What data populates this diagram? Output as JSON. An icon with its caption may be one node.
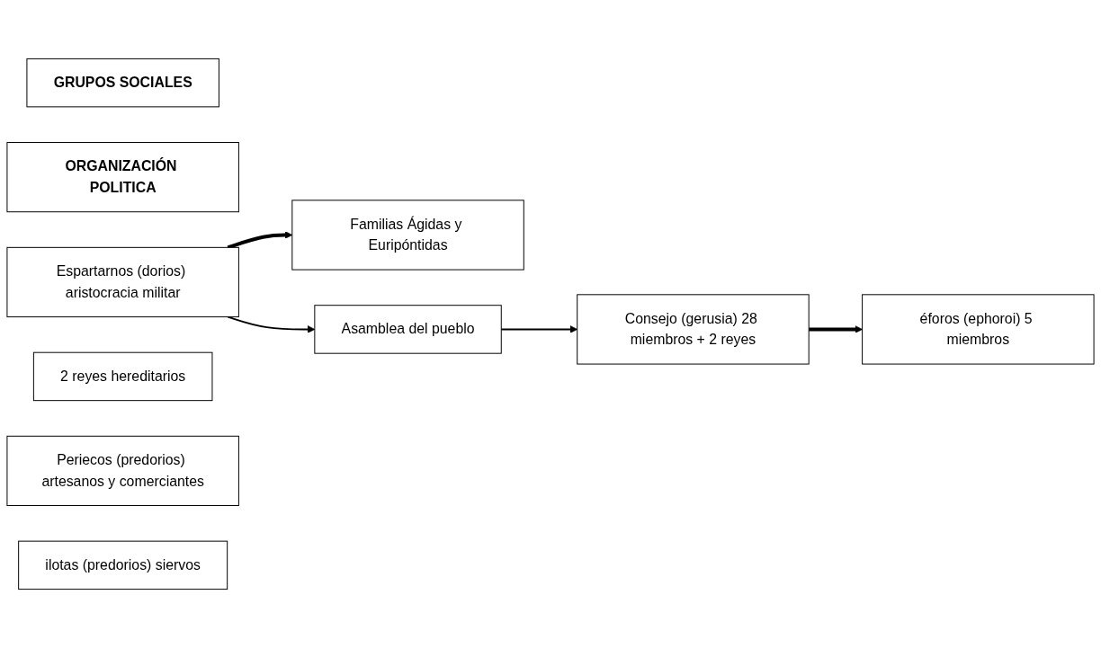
{
  "diagram": {
    "nodes": [
      {
        "text": [
          "GRUPOS SOCIALES"
        ]
      },
      {
        "text": [
          "ORGANIZACIÓN POLITICA"
        ]
      },
      {
        "text": [
          "Espartarnos (dorios) aristocracia militar"
        ]
      },
      {
        "text": [
          "Familias Ágidas y Euripóntidas"
        ]
      },
      {
        "text": [
          "2 reyes hereditarios"
        ]
      },
      {
        "text": [
          "Asamblea del pueblo"
        ]
      },
      {
        "text": [
          "Consejo (gerusia) 28 miembros + 2 reyes"
        ]
      },
      {
        "text": [
          "éforos (ephoroi) 5 miembros"
        ]
      },
      {
        "text": [
          "Periecos (predorios) artesanos y comerciantes"
        ]
      },
      {
        "text": [
          "ilotas (predorios) siervos"
        ]
      }
    ],
    "edges": [
      {
        "from": 2,
        "to": 3,
        "arrow": "to",
        "style": "thick"
      },
      {
        "from": 2,
        "to": 5,
        "arrow": "to"
      },
      {
        "from": 5,
        "to": 6,
        "arrow": "to"
      },
      {
        "from": 6,
        "to": 7,
        "arrow": "to",
        "style": "thick"
      }
    ]
  }
}
